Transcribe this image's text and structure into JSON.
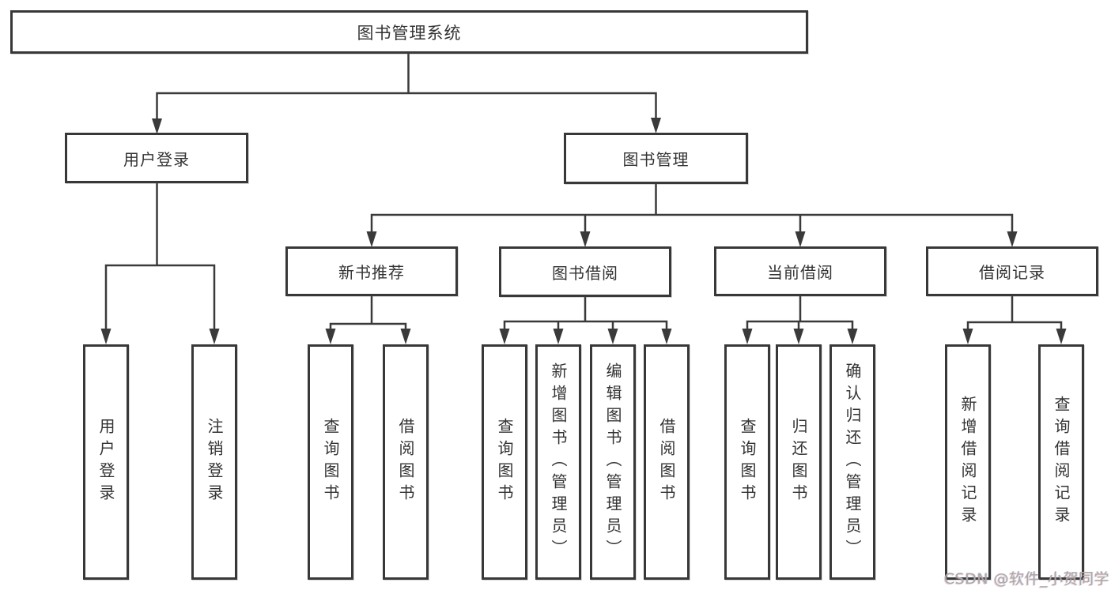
{
  "diagram": {
    "root": {
      "label": "图书管理系统"
    },
    "branches": [
      {
        "label": "用户登录",
        "children": [
          {
            "label": "用户登录"
          },
          {
            "label": "注销登录"
          }
        ]
      },
      {
        "label": "图书管理",
        "children": [
          {
            "label": "新书推荐",
            "children": [
              {
                "label": "查询图书"
              },
              {
                "label": "借阅图书"
              }
            ]
          },
          {
            "label": "图书借阅",
            "children": [
              {
                "label": "查询图书"
              },
              {
                "label": "新增图书（管理员）"
              },
              {
                "label": "编辑图书（管理员）"
              },
              {
                "label": "借阅图书"
              }
            ]
          },
          {
            "label": "当前借阅",
            "children": [
              {
                "label": "查询图书"
              },
              {
                "label": "归还图书"
              },
              {
                "label": "确认归还（管理员）"
              }
            ]
          },
          {
            "label": "借阅记录",
            "children": [
              {
                "label": "新增借阅记录"
              },
              {
                "label": "查询借阅记录"
              }
            ]
          }
        ]
      }
    ]
  },
  "watermark": {
    "text": "CSDN @软件_小贺同学"
  },
  "colors": {
    "line": "#3a3a3a",
    "box_border": "#383838",
    "text": "#333333",
    "background": "#ffffff",
    "watermark": "#a9a9a9"
  }
}
